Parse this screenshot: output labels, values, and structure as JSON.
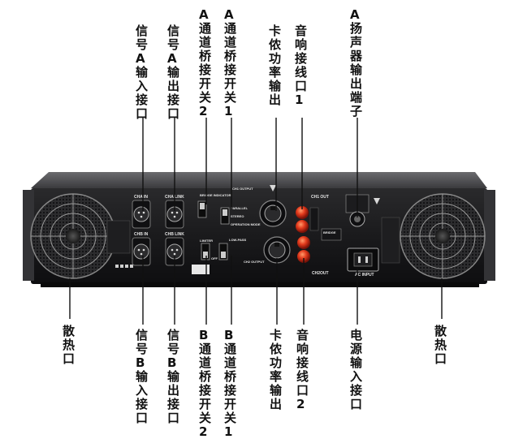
{
  "callouts_top": [
    {
      "id": "signal-a-input",
      "text": "信号A输入接口"
    },
    {
      "id": "signal-a-output",
      "text": "信号A输出接口"
    },
    {
      "id": "a-bridge-switch-2",
      "text": "A通道桥接开关2"
    },
    {
      "id": "a-bridge-switch-1",
      "text": "A通道桥接开关1"
    },
    {
      "id": "speakon-output-top",
      "text": "卡侬功率输出"
    },
    {
      "id": "binding-post-1",
      "text": "音响接线口1"
    },
    {
      "id": "a-speaker-terminal",
      "text": "A扬声器输出端子"
    }
  ],
  "callouts_bottom": [
    {
      "id": "vent-left",
      "text": "散热口"
    },
    {
      "id": "signal-b-input",
      "text": "信号B输入接口"
    },
    {
      "id": "signal-b-output",
      "text": "信号B输出接口"
    },
    {
      "id": "b-bridge-switch-2",
      "text": "B通道桥接开关2"
    },
    {
      "id": "b-bridge-switch-1",
      "text": "B通道桥接开关1"
    },
    {
      "id": "speakon-output-bottom",
      "text": "卡侬功率输出"
    },
    {
      "id": "binding-post-2",
      "text": "音响接线口2"
    },
    {
      "id": "power-input",
      "text": "电源输入接口"
    },
    {
      "id": "vent-right",
      "text": "散热口"
    }
  ],
  "panel_labels": {
    "ch_a_in": "CHA IN",
    "ch_a_link": "CHA LINK",
    "ch_b_in": "CHB IN",
    "ch_b_link": "CHB LINK",
    "ch1_output": "CH1 OUTPUT",
    "ch2_output": "CH2 OUTPUT",
    "ch1_out": "CH1 OUT",
    "ch2_out": "CH2OUT",
    "bridge": "BRIDGE",
    "ac_input": "AC INPUT",
    "limiter": "LIMITER",
    "bridge_indicator": "BRIDGE INDICATOR",
    "stereo": "STEREO",
    "parallel": "PARALLEL",
    "operation_mode": "OPERATION MODE",
    "low_pass": "LOW-PASS",
    "off": "OFF"
  }
}
